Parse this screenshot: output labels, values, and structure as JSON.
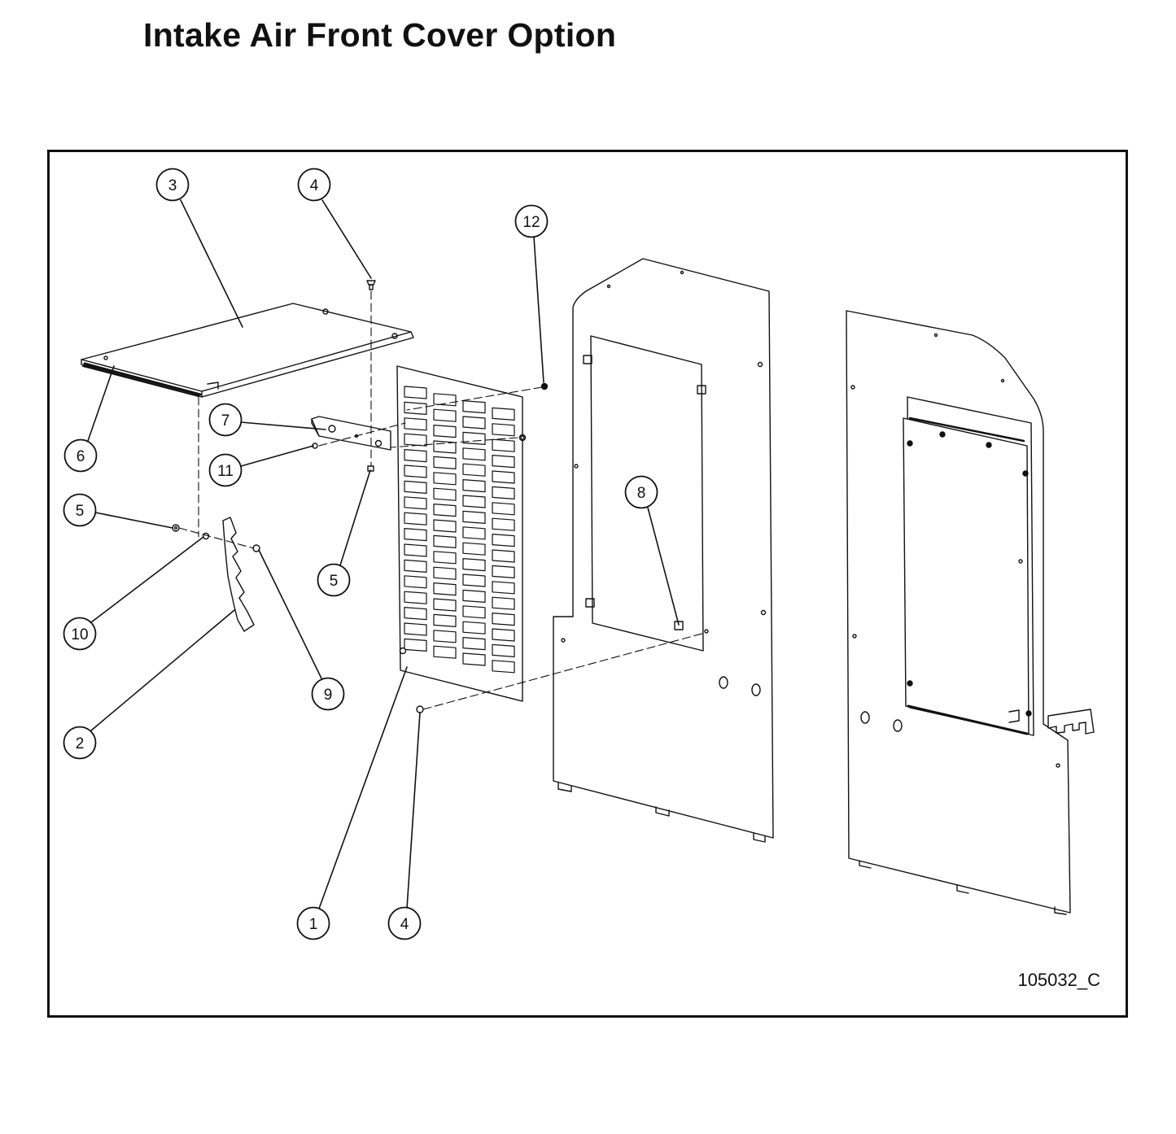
{
  "title": "Intake Air Front Cover Option",
  "figure_id": "105032_C",
  "callouts": [
    {
      "id": "c3",
      "label": "3"
    },
    {
      "id": "c4-top",
      "label": "4"
    },
    {
      "id": "c12",
      "label": "12"
    },
    {
      "id": "c7",
      "label": "7"
    },
    {
      "id": "c6",
      "label": "6"
    },
    {
      "id": "c11",
      "label": "11"
    },
    {
      "id": "c5-left",
      "label": "5"
    },
    {
      "id": "c8",
      "label": "8"
    },
    {
      "id": "c5-mid",
      "label": "5"
    },
    {
      "id": "c10",
      "label": "10"
    },
    {
      "id": "c9",
      "label": "9"
    },
    {
      "id": "c2",
      "label": "2"
    },
    {
      "id": "c1",
      "label": "1"
    },
    {
      "id": "c4-bottom",
      "label": "4"
    }
  ],
  "colors": {
    "line": "#111111",
    "background": "#ffffff"
  }
}
